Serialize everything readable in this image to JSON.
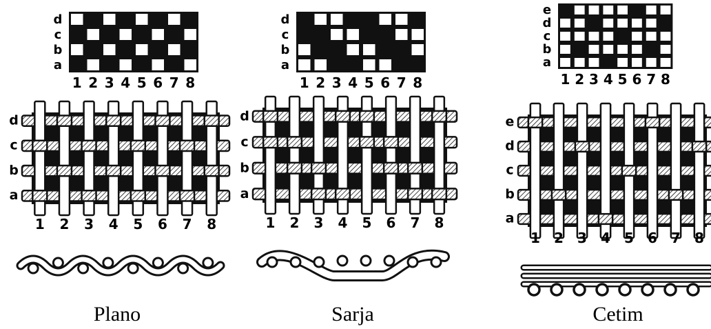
{
  "panels": [
    {
      "name": "Plano",
      "rows": [
        "a",
        "b",
        "c",
        "d"
      ],
      "cols": [
        "1",
        "2",
        "3",
        "4",
        "5",
        "6",
        "7",
        "8"
      ],
      "draft_pattern": [
        [
          0,
          1,
          0,
          1,
          0,
          1,
          0,
          1
        ],
        [
          1,
          0,
          1,
          0,
          1,
          0,
          1,
          0
        ],
        [
          0,
          1,
          0,
          1,
          0,
          1,
          0,
          1
        ],
        [
          1,
          0,
          1,
          0,
          1,
          0,
          1,
          0
        ]
      ]
    },
    {
      "name": "Sarja",
      "rows": [
        "a",
        "b",
        "c",
        "d"
      ],
      "cols": [
        "1",
        "2",
        "3",
        "4",
        "5",
        "6",
        "7",
        "8"
      ],
      "draft_pattern": [
        [
          1,
          1,
          0,
          0,
          1,
          1,
          0,
          0
        ],
        [
          1,
          0,
          0,
          1,
          1,
          0,
          0,
          1
        ],
        [
          0,
          0,
          1,
          1,
          0,
          0,
          1,
          1
        ],
        [
          0,
          1,
          1,
          0,
          0,
          1,
          1,
          0
        ]
      ]
    },
    {
      "name": "Cetim",
      "rows": [
        "a",
        "b",
        "c",
        "d",
        "e"
      ],
      "cols": [
        "1",
        "2",
        "3",
        "4",
        "5",
        "6",
        "7",
        "8"
      ],
      "draft_pattern": [
        [
          1,
          1,
          1,
          0,
          1,
          1,
          1,
          1
        ],
        [
          1,
          0,
          1,
          1,
          1,
          1,
          0,
          1
        ],
        [
          1,
          1,
          1,
          1,
          0,
          1,
          1,
          1
        ],
        [
          1,
          1,
          0,
          1,
          1,
          1,
          1,
          0
        ],
        [
          0,
          1,
          1,
          1,
          1,
          0,
          1,
          1
        ]
      ]
    }
  ]
}
